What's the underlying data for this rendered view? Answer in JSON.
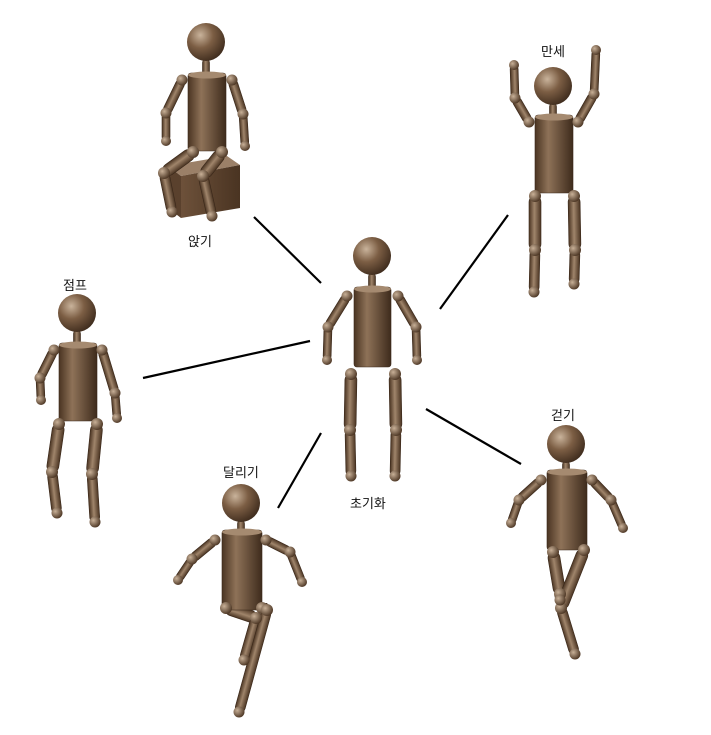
{
  "labels": {
    "sit": "앉기",
    "hurray": "만세",
    "jump": "점프",
    "initial": "초기화",
    "run": "달리기",
    "walk": "걷기"
  },
  "colors": {
    "wood_dark": "#4a3422",
    "wood_mid": "#7a5c43",
    "wood_light": "#b0967c",
    "connector": "#000000",
    "background": "#ffffff"
  }
}
